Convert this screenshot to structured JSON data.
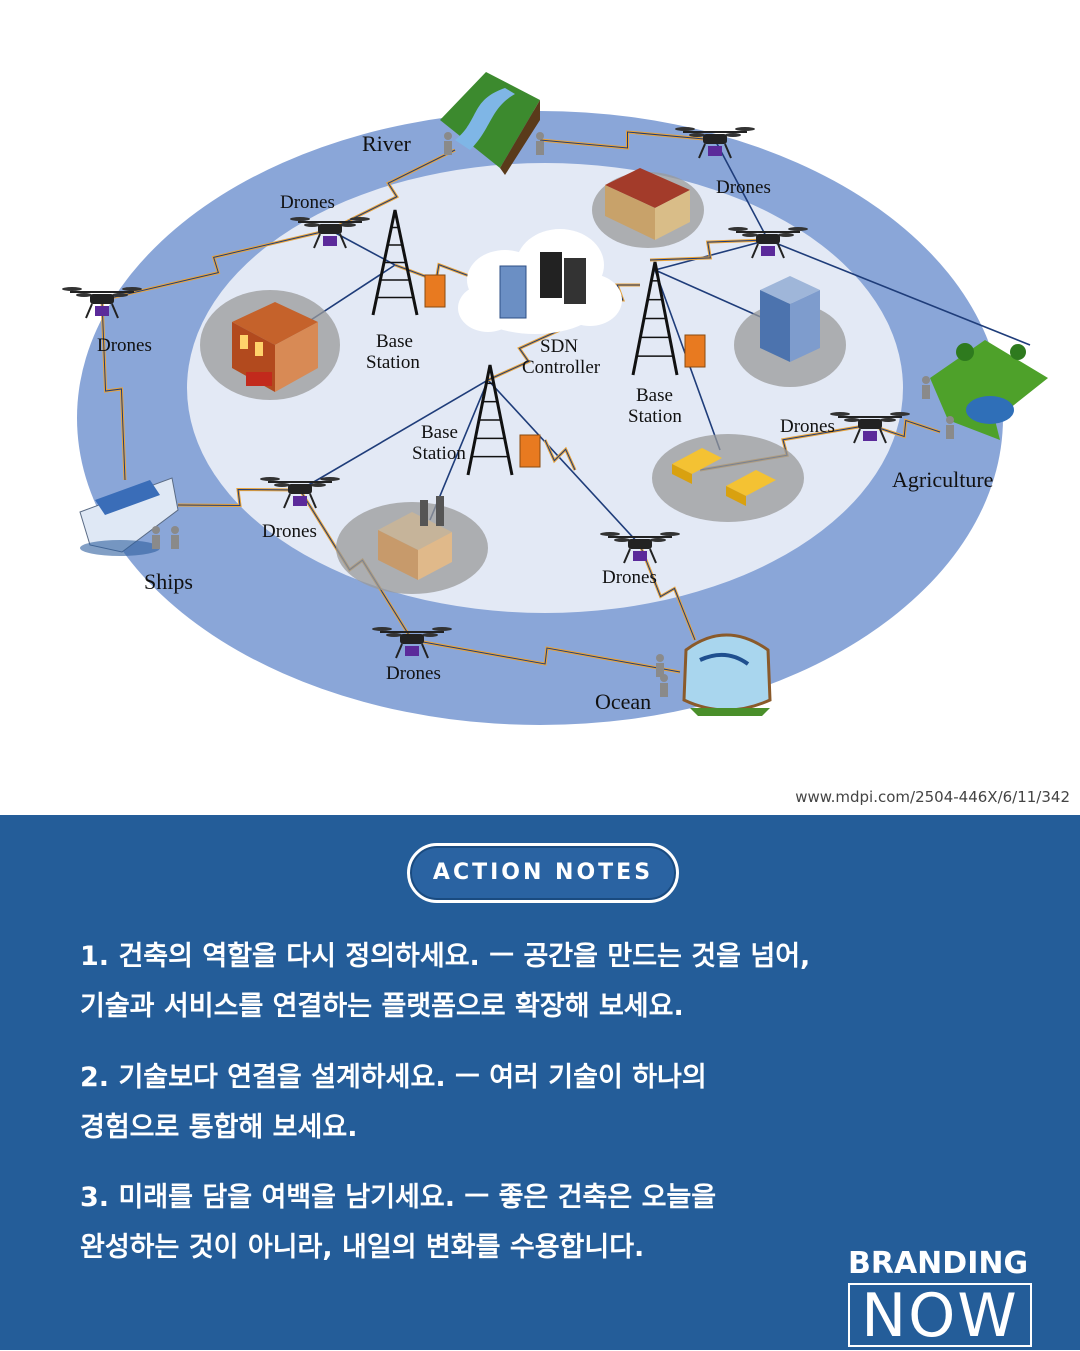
{
  "diagram": {
    "labels": {
      "river": "River",
      "agriculture": "Agriculture",
      "ships": "Ships",
      "ocean": "Ocean",
      "sdn": "SDN",
      "controller": "Controller",
      "base": "Base",
      "station": "Station",
      "drones": "Drones"
    }
  },
  "source": "www.mdpi.com/2504-446X/6/11/342",
  "notes": {
    "badge": "ACTION NOTES",
    "items": [
      {
        "line1": "1. 건축의 역할을 다시 정의하세요. ㅡ 공간을 만드는 것을 넘어,",
        "line2": "기술과 서비스를 연결하는 플랫폼으로 확장해 보세요."
      },
      {
        "line1": "2. 기술보다 연결을 설계하세요. ㅡ  여러 기술이 하나의",
        "line2": "경험으로   통합해 보세요."
      },
      {
        "line1": "3. 미래를 담을 여백을 남기세요. ㅡ 좋은 건축은 오늘을",
        "line2": "완성하는 것이 아니라, 내일의 변화를 수용합니다."
      }
    ]
  },
  "brand": {
    "top": "BRANDING",
    "bottom": "NOW"
  },
  "colors": {
    "outer_ring": "#7f9fd4",
    "inner_area": "#e3e9f5",
    "notes_bg": "#245d99",
    "lightning": "#e8a33a"
  }
}
